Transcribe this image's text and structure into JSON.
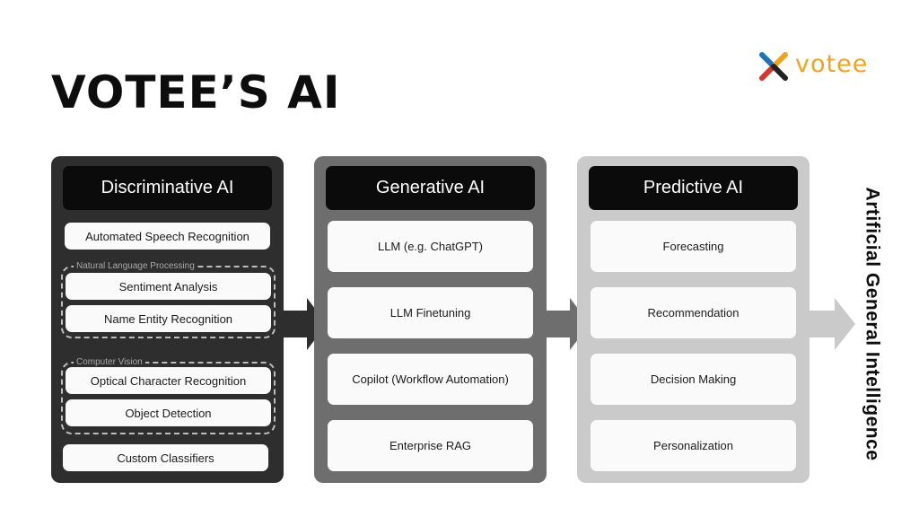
{
  "title": "VOTEE’S AI",
  "logo": {
    "text": "votee"
  },
  "columns": [
    {
      "header": "Discriminative AI",
      "top_item": "Automated Speech Recognition",
      "groups": [
        {
          "label": "Natural Language Processing",
          "items": [
            "Sentiment Analysis",
            "Name Entity Recognition"
          ]
        },
        {
          "label": "Computer Vision",
          "items": [
            "Optical Character Recognition",
            "Object Detection"
          ]
        }
      ],
      "bottom_item": "Custom Classifiers"
    },
    {
      "header": "Generative AI",
      "items": [
        "LLM (e.g. ChatGPT)",
        "LLM Finetuning",
        "Copilot (Workflow Automation)",
        "Enterprise RAG"
      ]
    },
    {
      "header": "Predictive AI",
      "items": [
        "Forecasting",
        "Recommendation",
        "Decision Making",
        "Personalization"
      ]
    }
  ],
  "end_label": "Artificial General Intelligence",
  "colors": {
    "discriminative_panel": "#2e2e2e",
    "generative_panel": "#6e6e6e",
    "predictive_panel": "#cacaca",
    "logo_accent": "#f0a41c"
  }
}
